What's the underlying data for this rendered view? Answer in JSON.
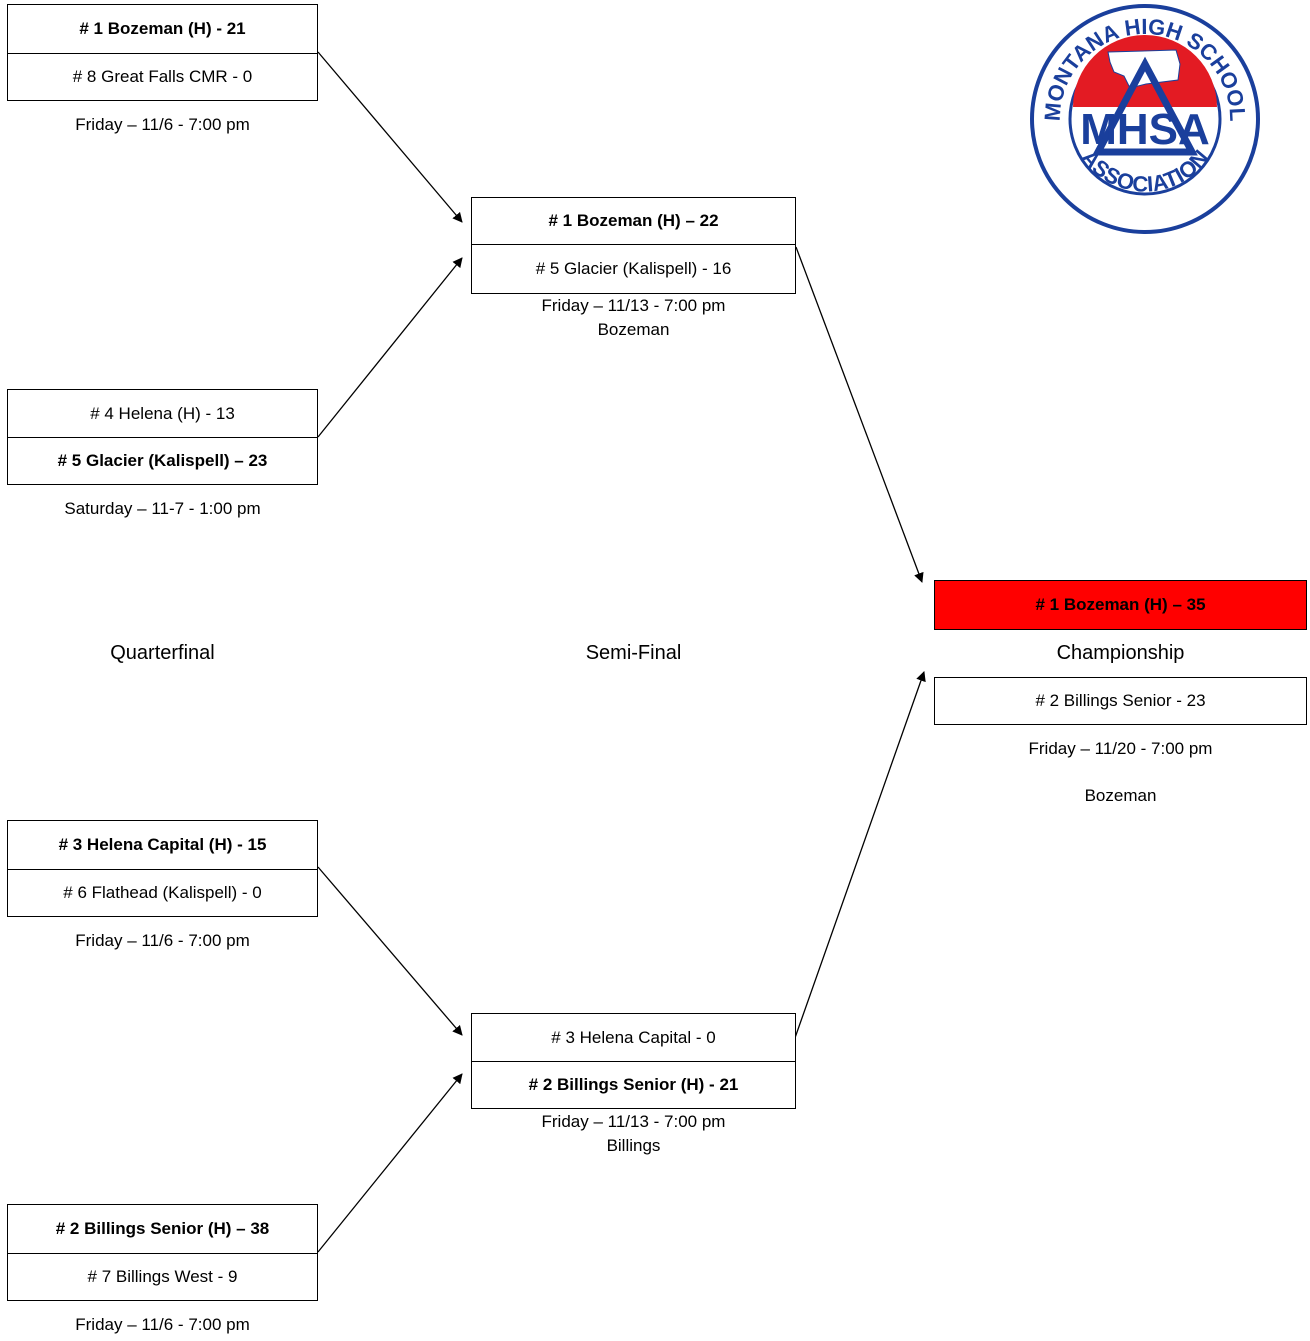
{
  "rounds": {
    "quarterfinal": "Quarterfinal",
    "semifinal": "Semi-Final",
    "championship": "Championship"
  },
  "quarterfinals": [
    {
      "teams": [
        "# 1 Bozeman (H) - 21",
        "# 8 Great Falls CMR - 0"
      ],
      "winner": 0,
      "schedule": "Friday – 11/6 - 7:00 pm"
    },
    {
      "teams": [
        "# 4 Helena (H) - 13",
        "# 5 Glacier (Kalispell) – 23"
      ],
      "winner": 1,
      "schedule": "Saturday – 11-7 -  1:00 pm"
    },
    {
      "teams": [
        "# 3 Helena Capital (H) - 15",
        "# 6 Flathead (Kalispell) - 0"
      ],
      "winner": 0,
      "schedule": "Friday – 11/6 - 7:00 pm"
    },
    {
      "teams": [
        "# 2 Billings Senior (H) – 38",
        "# 7 Billings West - 9"
      ],
      "winner": 0,
      "schedule": "Friday – 11/6 - 7:00 pm"
    }
  ],
  "semifinals": [
    {
      "teams": [
        "# 1 Bozeman (H) – 22",
        "# 5 Glacier (Kalispell) - 16"
      ],
      "winner": 0,
      "schedule": "Friday – 11/13 - 7:00 pm",
      "location": "Bozeman"
    },
    {
      "teams": [
        "# 3 Helena Capital - 0",
        "# 2 Billings Senior (H) - 21"
      ],
      "winner": 1,
      "schedule": "Friday – 11/13 - 7:00 pm",
      "location": "Billings"
    }
  ],
  "championship": {
    "teams": [
      "# 1 Bozeman (H) – 35",
      "# 2 Billings Senior - 23"
    ],
    "winner": 0,
    "schedule": "Friday – 11/20 - 7:00 pm",
    "location": "Bozeman",
    "highlight_color": "#ff0000"
  },
  "logo": {
    "top_text": "MONTANA HIGH SCHOOL",
    "abbreviation": "MHSA",
    "bottom_text": "ASSOCIATION",
    "icon": "montana-state-icon",
    "ring_color": "#1a3f9c",
    "fill_color": "#e31b23"
  }
}
